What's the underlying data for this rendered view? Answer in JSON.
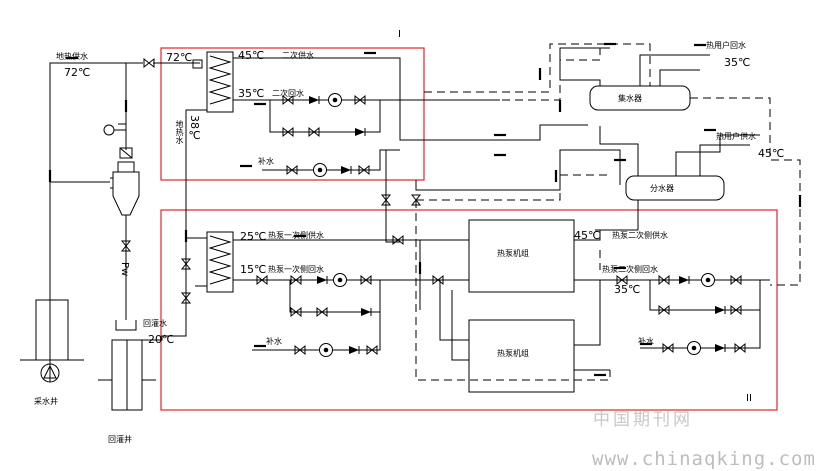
{
  "labels": {
    "supply_in": "地热供水",
    "supply_temp": "72℃",
    "hx1_in_temp": "72℃",
    "hx1_out_temp": "45℃",
    "secondary_supply": "二次供水",
    "hx1_return_temp": "35℃",
    "secondary_return": "二次回水",
    "hx1_outlet_vert": "地热水",
    "hx1_outlet_temp": "38℃",
    "makeup1": "补水",
    "collector": "集水器",
    "user_return": "热用户回水",
    "user_return_temp": "35℃",
    "user_supply": "热用户供水",
    "user_supply_temp": "45℃",
    "distributor": "分水器",
    "hp_supply_temp": "25℃",
    "hp_primary_supply": "热泵一次侧供水",
    "hp_return_temp": "15℃",
    "hp_primary_return": "热泵一次侧回水",
    "hp1": "热泵机组",
    "hp1_temp": "45℃",
    "hp_secondary_supply": "热泵二次侧供水",
    "hp_secondary_return": "热泵二次侧回水",
    "hp_sec_return_temp": "35℃",
    "hp2": "热泵机组",
    "reinjection": "回灌水",
    "reinjection_temp": "20℃",
    "makeup2": "补水",
    "makeup3": "补水",
    "pw_vert": "Pw",
    "well1": "采水井",
    "well2": "回灌井",
    "zone1": "I",
    "zone2": "II",
    "watermark_cn": "中国期刊网",
    "watermark_url": "www.chinaqking.com"
  },
  "colors": {
    "line": "#000000",
    "zone_border": "#e0262a",
    "watermark": "#c0c0c0"
  }
}
